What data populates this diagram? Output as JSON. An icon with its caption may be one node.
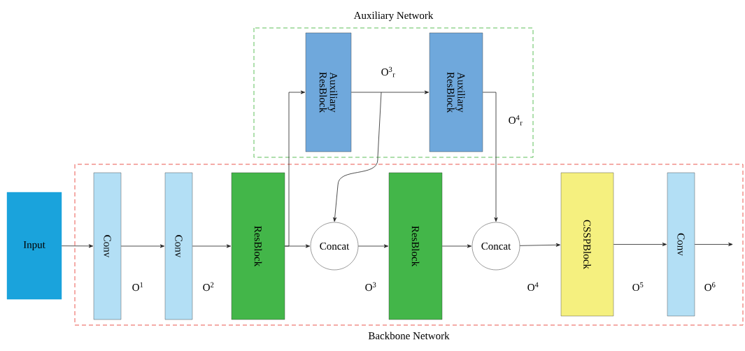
{
  "diagram": {
    "nodes": [
      {
        "text": [
          "Auxiliary Network"
        ]
      },
      {
        "text": [
          "Backbone Network"
        ]
      },
      {
        "text": [
          "Input"
        ]
      },
      {
        "text": [
          "Conv"
        ],
        "in": 1
      },
      {
        "text": [
          "Conv"
        ],
        "in": 1
      },
      {
        "text": [
          "ResBlock"
        ],
        "in": 1
      },
      {
        "text": [
          "Concat"
        ],
        "in": 1
      },
      {
        "text": [
          "ResBlock"
        ],
        "in": 1
      },
      {
        "text": [
          "Concat"
        ],
        "in": 1
      },
      {
        "text": [
          "CSSPBlock"
        ],
        "in": 1
      },
      {
        "text": [
          "Conv"
        ],
        "in": 1
      },
      {
        "text": [
          "Auxiliary ResBlock"
        ],
        "in": 0
      },
      {
        "text": [
          "Auxiliary ResBlock"
        ],
        "in": 0
      }
    ],
    "edges": [
      {
        "from": 2,
        "to": 3,
        "arrow": "to"
      },
      {
        "from": 3,
        "to": 4,
        "arrow": "to"
      },
      {
        "from": 4,
        "to": 5,
        "arrow": "to"
      },
      {
        "from": 5,
        "to": 6,
        "arrow": "to"
      },
      {
        "from": 5,
        "to": 11,
        "arrow": "to"
      },
      {
        "from": 11,
        "to": 12,
        "arrow": "to"
      },
      {
        "from": 11,
        "to": 6,
        "arrow": "to"
      },
      {
        "from": 6,
        "to": 7,
        "arrow": "to"
      },
      {
        "from": 7,
        "to": 8,
        "arrow": "to"
      },
      {
        "from": 12,
        "to": 8,
        "arrow": "to"
      },
      {
        "from": 8,
        "to": 9,
        "arrow": "to"
      },
      {
        "from": 9,
        "to": 10,
        "arrow": "to"
      },
      {
        "from": 10,
        "to": null,
        "arrow": "to"
      }
    ],
    "labels": [
      "O$^{1}$",
      "O$^{2}$",
      "O$^{3}$",
      "O$^{4}$",
      "O$^{5}$",
      "O$^{6}$",
      "O$^{3}$$_{r}$",
      "O$^{4}$$_{r}$"
    ]
  }
}
